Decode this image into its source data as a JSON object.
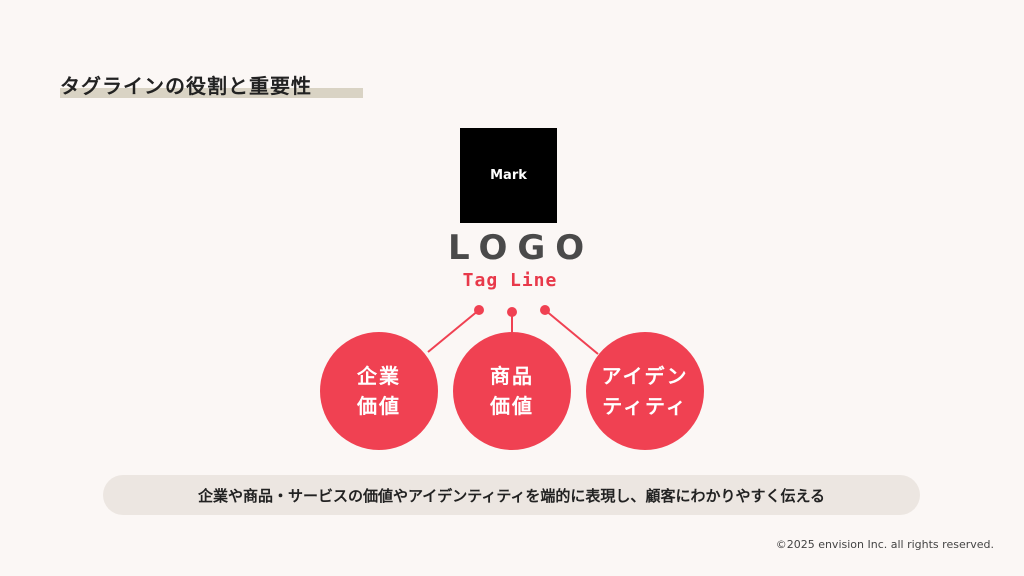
{
  "heading": "タグラインの役割と重要性",
  "logo": {
    "mark_label": "Mark",
    "logo_text": "LOGO",
    "tag_line": "Tag Line"
  },
  "circles": [
    {
      "line1": "企業",
      "line2": "価値"
    },
    {
      "line1": "商品",
      "line2": "価値"
    },
    {
      "line1": "アイデン",
      "line2": "ティティ"
    }
  ],
  "summary": "企業や商品・サービスの価値やアイデンティティを端的に表現し、顧客にわかりやすく伝える",
  "copyright": "©2025 envision Inc. all rights reserved.",
  "colors": {
    "accent": "#f04152",
    "background": "#fbf7f5",
    "mark": "#000000"
  }
}
